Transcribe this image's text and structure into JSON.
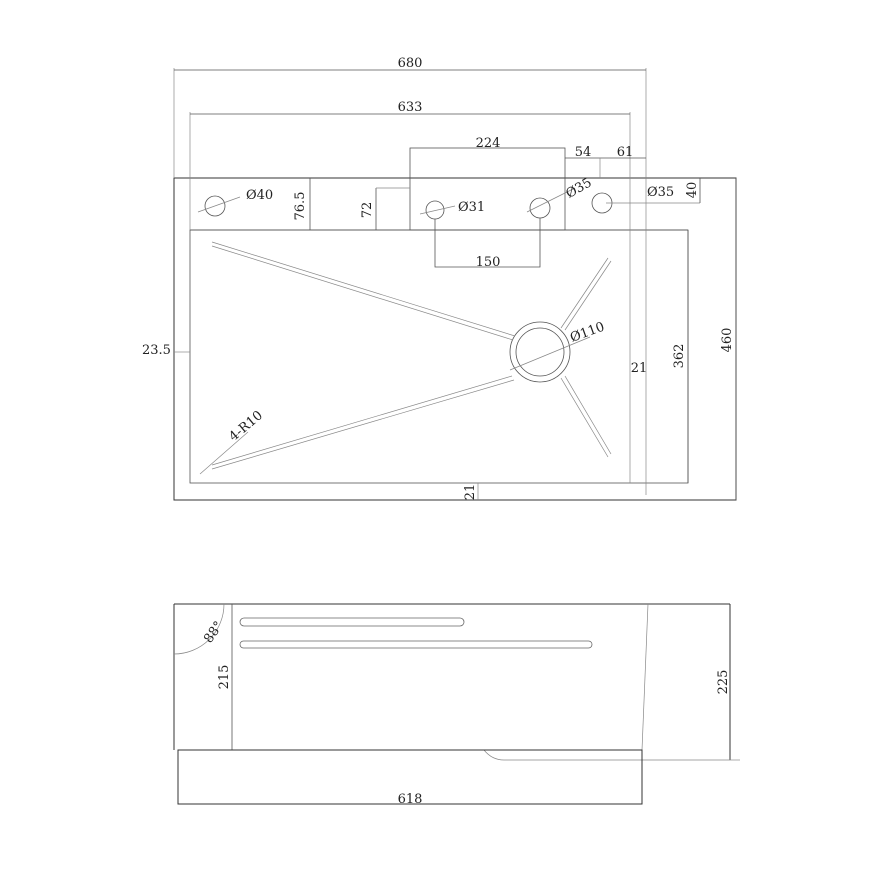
{
  "top_view": {
    "overall_width": "680",
    "bowl_width": "633",
    "faucet_span": "224",
    "offset_54": "54",
    "offset_61": "61",
    "hole_40": "Ø40",
    "deck_depth": "76.5",
    "offset_72": "72",
    "hole_31": "Ø31",
    "hole_35_a": "Ø35",
    "hole_35_b": "Ø35",
    "offset_40": "40",
    "hole_spacing": "150",
    "side_margin": "23.5",
    "drain": "Ø110",
    "right_margin": "21",
    "bowl_depth": "362",
    "overall_depth": "460",
    "corner_radius": "4-R10",
    "bottom_margin": "21"
  },
  "side_view": {
    "angle": "88°",
    "inner_depth": "215",
    "outer_depth": "225",
    "base_width": "618"
  }
}
